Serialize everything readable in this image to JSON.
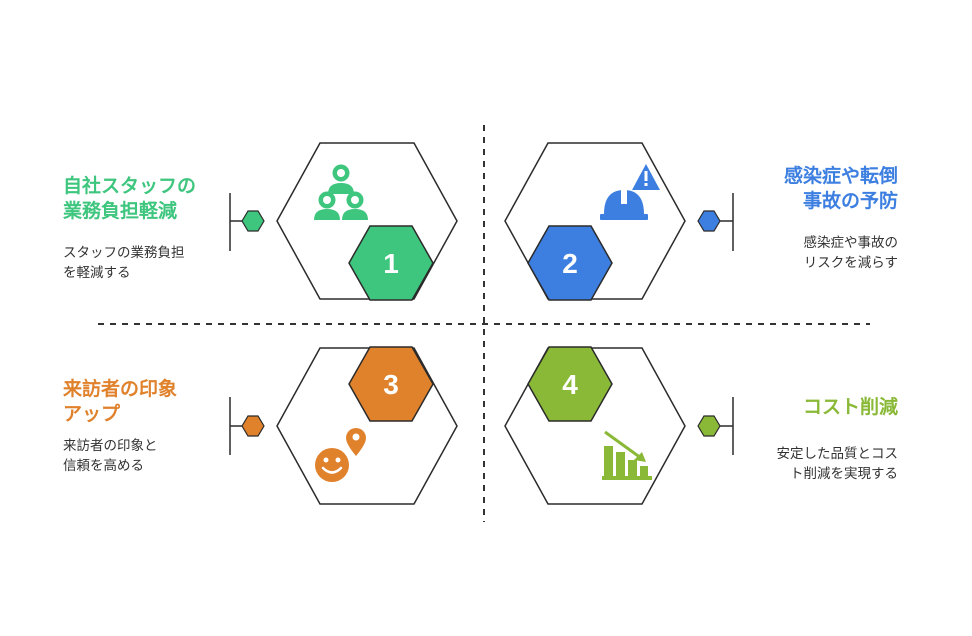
{
  "colors": {
    "green": "#3ec67e",
    "blue": "#3d7fe0",
    "orange": "#e0812c",
    "lime": "#8ab938",
    "outline": "#2b2b2b",
    "divider": "#333333"
  },
  "items": [
    {
      "number": "1",
      "title_line1": "自社スタッフの",
      "title_line2": "業務負担軽減",
      "desc_line1": "スタッフの業務負担",
      "desc_line2": "を軽減する",
      "icon": "staff-group-icon",
      "color": "#3ec67e"
    },
    {
      "number": "2",
      "title_line1": "感染症や転倒",
      "title_line2": "事故の予防",
      "desc_line1": "感染症や事故の",
      "desc_line2": "リスクを減らす",
      "icon": "hardhat-warning-icon",
      "color": "#3d7fe0"
    },
    {
      "number": "3",
      "title_line1": "来訪者の印象",
      "title_line2": "アップ",
      "desc_line1": "来訪者の印象と",
      "desc_line2": "信頼を高める",
      "icon": "smiley-location-icon",
      "color": "#e0812c"
    },
    {
      "number": "4",
      "title_line1": "コスト削減",
      "title_line2": "",
      "desc_line1": "安定した品質とコス",
      "desc_line2": "ト削減を実現する",
      "icon": "declining-chart-icon",
      "color": "#8ab938"
    }
  ]
}
